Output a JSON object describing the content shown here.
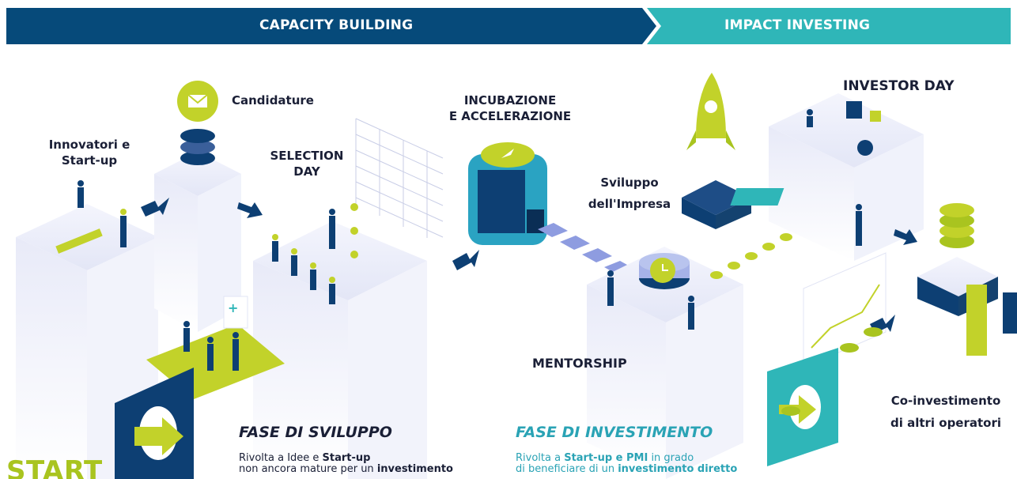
{
  "banner": {
    "left_label": "CAPACITY BUILDING",
    "right_label": "IMPACT INVESTING",
    "left_color": "#064a7a",
    "right_color": "#2fb6b8"
  },
  "stages": {
    "innovatori": [
      "Innovatori e",
      "Start-up"
    ],
    "candidature": "Candidature",
    "selection_day": [
      "SELECTION",
      "DAY"
    ],
    "incubazione": [
      "INCUBAZIONE",
      "E ACCELERAZIONE"
    ],
    "sviluppo_impresa": [
      "Sviluppo",
      "dell'Impresa"
    ],
    "investor_day": "INVESTOR DAY",
    "mentorship": "MENTORSHIP",
    "co_investimento": [
      "Co-investimento",
      "di altri operatori"
    ]
  },
  "phases": {
    "sviluppo": {
      "title": "FASE DI SVILUPPO",
      "color": "#1a1f36",
      "line1_a": "Rivolta a Idee e ",
      "line1_b": "Start-up",
      "line2_a": "non ancora mature per un ",
      "line2_b": "investimento"
    },
    "investimento": {
      "title": "FASE DI INVESTIMENTO",
      "color": "#2aa3b5",
      "line1_a": "Rivolta a ",
      "line1_b": "Start-up e PMI",
      "line1_c": " in grado",
      "line2_a": "di beneficiare di un ",
      "line2_b": "investimento diretto"
    }
  },
  "start_label": "START",
  "colors": {
    "accent_green": "#c2d22a",
    "navy": "#0d3f73",
    "teal": "#2fb6b8",
    "platform": "#eef0fa"
  }
}
